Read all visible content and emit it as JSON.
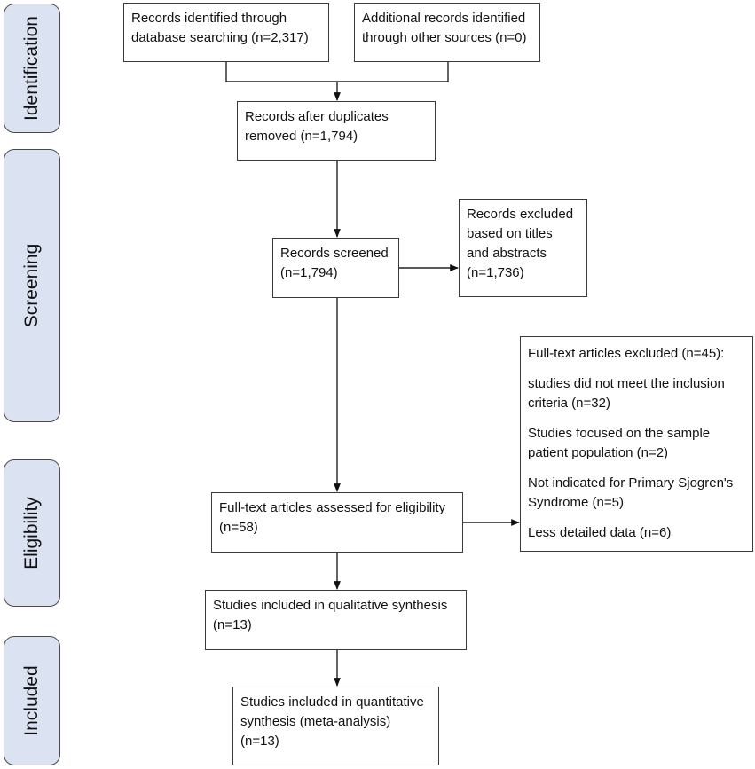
{
  "stages": {
    "identification": "Identification",
    "screening": "Screening",
    "eligibility": "Eligibility",
    "included": "Included"
  },
  "boxes": {
    "db_search": [
      "Records identified through",
      "database searching (n=2,317)"
    ],
    "other_sources": [
      "Additional records identified",
      "through other sources (n=0)"
    ],
    "after_duplicates": [
      "Records after duplicates",
      "removed (n=1,794)"
    ],
    "screened": [
      "Records screened",
      "(n=1,794)"
    ],
    "excluded_titles": [
      "Records excluded",
      "based on titles",
      "and abstracts",
      "(n=1,736)"
    ],
    "full_text_assessed": [
      "Full-text articles assessed for eligibility",
      "(n=58)"
    ],
    "full_text_excluded": {
      "header": "Full-text articles excluded (n=45):",
      "reasons": [
        [
          "studies did not meet the inclusion",
          "criteria (n=32)"
        ],
        [
          "Studies focused on the sample",
          "patient population (n=2)"
        ],
        [
          "Not indicated for Primary Sjogren's",
          "Syndrome (n=5)"
        ],
        [
          "Less detailed data (n=6)"
        ]
      ]
    },
    "qualitative": [
      "Studies included in qualitative synthesis",
      "(n=13)"
    ],
    "quantitative": [
      "Studies included in quantitative",
      "synthesis (meta-analysis)",
      "(n=13)"
    ]
  }
}
